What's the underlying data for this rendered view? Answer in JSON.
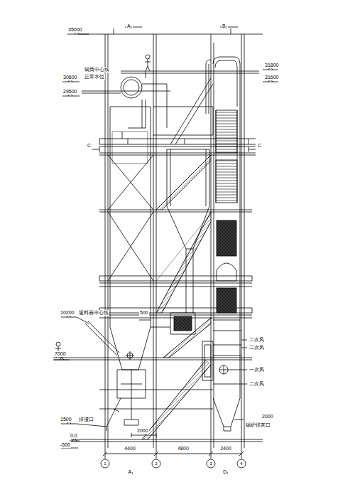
{
  "diagram": {
    "labels": [
      "35000",
      "A₁",
      "B₁",
      "31800",
      "31600",
      "30600",
      "29500",
      "锅筒中心线",
      "正常水位",
      "C",
      "C",
      "10200",
      "返料器中心线",
      "500",
      "7000",
      "1500",
      "排渣口",
      "0.0",
      "-500",
      "2000",
      "4400",
      "4800",
      "2400",
      "A₁",
      "D₁",
      "1",
      "2",
      "3",
      "4",
      "二次风",
      "二次风",
      "一次风",
      "二次风",
      "2000",
      "锅炉排灰口"
    ]
  }
}
